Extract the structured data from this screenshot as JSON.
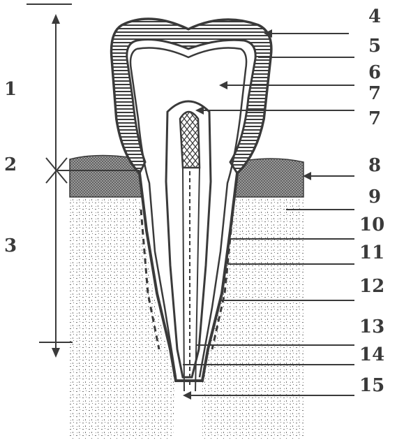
{
  "colors": {
    "ink": "#3a3a3a",
    "paper": "#ffffff",
    "stipple": "#7a7a7a"
  },
  "left_labels": [
    {
      "id": "crown",
      "text": "1"
    },
    {
      "id": "neck",
      "text": "2"
    },
    {
      "id": "root",
      "text": "3"
    }
  ],
  "right_labels": [
    {
      "id": "l4",
      "text": "4"
    },
    {
      "id": "l5",
      "text": "5"
    },
    {
      "id": "l6",
      "text": "6"
    },
    {
      "id": "l7a",
      "text": "7"
    },
    {
      "id": "l7b",
      "text": "7"
    },
    {
      "id": "l8",
      "text": "8"
    },
    {
      "id": "l9",
      "text": "9"
    },
    {
      "id": "l10",
      "text": "10"
    },
    {
      "id": "l11",
      "text": "11"
    },
    {
      "id": "l12",
      "text": "12"
    },
    {
      "id": "l13",
      "text": "13"
    },
    {
      "id": "l14",
      "text": "14"
    },
    {
      "id": "l15",
      "text": "15"
    }
  ]
}
